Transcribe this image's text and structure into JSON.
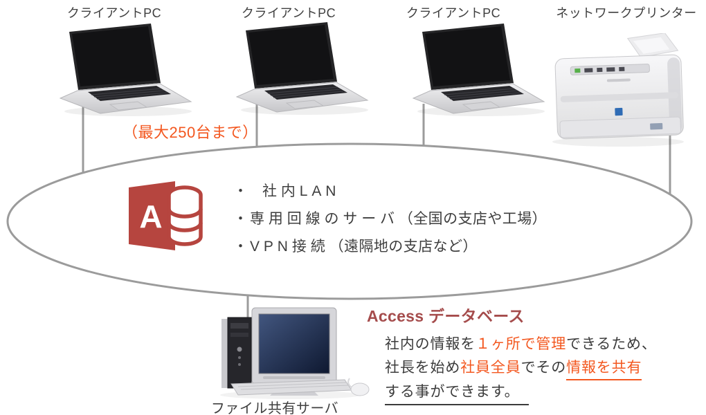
{
  "colors": {
    "accent_orange": "#f3571f",
    "logo_red": "#b6453f",
    "title_red": "#a54c4c",
    "text_dark": "#3b3b3b",
    "line_gray": "#9b9b9b",
    "screen_navy": "#1c2b50"
  },
  "devices": {
    "client_pcs": [
      {
        "label": "クライアントPC"
      },
      {
        "label": "クライアントPC"
      },
      {
        "label": "クライアントPC"
      }
    ],
    "printer": {
      "label": "ネットワークプリンター"
    },
    "file_server": {
      "label": "ファイル共有サーバ"
    }
  },
  "max_clients_note": "（最大250台まで）",
  "network": {
    "items": [
      {
        "bullet": "・",
        "main": "社内LAN",
        "paren": ""
      },
      {
        "bullet": "・",
        "main": "専用回線のサーバ",
        "paren": "（全国の支店や工場）"
      },
      {
        "bullet": "・",
        "main": "VPN接続",
        "paren": "（遠隔地の支店など）"
      }
    ]
  },
  "access_logo": {
    "letter": "A"
  },
  "access_note": {
    "title": "Access データベース",
    "line1": [
      {
        "t": "社内の情報を",
        "style": "dark"
      },
      {
        "t": "１ヶ所で管理",
        "style": "orange"
      },
      {
        "t": "できるため、",
        "style": "dark"
      }
    ],
    "line2": [
      {
        "t": "社長を始め",
        "style": "dark"
      },
      {
        "t": "社員全員",
        "style": "orange"
      },
      {
        "t": "でその",
        "style": "dark"
      },
      {
        "t": "情報を共有",
        "style": "orange-underline"
      }
    ],
    "line3": [
      {
        "t": "する事ができます。",
        "style": "dark-underline"
      }
    ]
  }
}
